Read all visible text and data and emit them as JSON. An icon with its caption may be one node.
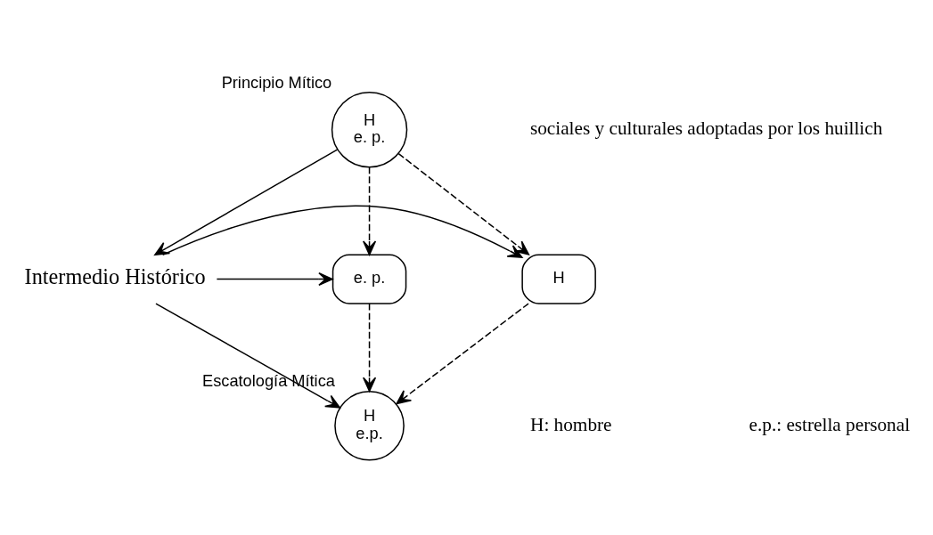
{
  "diagram": {
    "nodes": [
      {
        "text": [
          "H",
          "e. p."
        ],
        "beside": [
          "Principio Mítico"
        ]
      },
      {
        "text": [
          "H"
        ]
      },
      {
        "text": [
          "Intermedio Histórico"
        ]
      },
      {
        "text": [
          "e. p."
        ]
      },
      {
        "text": [
          "H",
          "e.p."
        ],
        "beside": [
          "Escatología Mítica"
        ]
      }
    ],
    "edges": [
      {
        "from": 0,
        "to": 1,
        "arrow": "to",
        "style": "dashed"
      },
      {
        "from": 0,
        "to": 3,
        "arrow": "to",
        "style": "dashed"
      },
      {
        "from": 0,
        "to": 2,
        "arrow": "to"
      },
      {
        "from": 2,
        "to": 1,
        "arrow": "to"
      },
      {
        "from": 2,
        "to": 3,
        "arrow": "to"
      },
      {
        "from": 2,
        "to": 4,
        "arrow": "to"
      },
      {
        "from": 1,
        "to": 4,
        "arrow": "to",
        "style": "dashed"
      },
      {
        "from": 3,
        "to": 4,
        "arrow": "to",
        "style": "dashed"
      }
    ],
    "labels": [
      "sociales y culturales adoptadas por los huillich",
      "H: hombre",
      "e.p.: estrella personal"
    ]
  }
}
